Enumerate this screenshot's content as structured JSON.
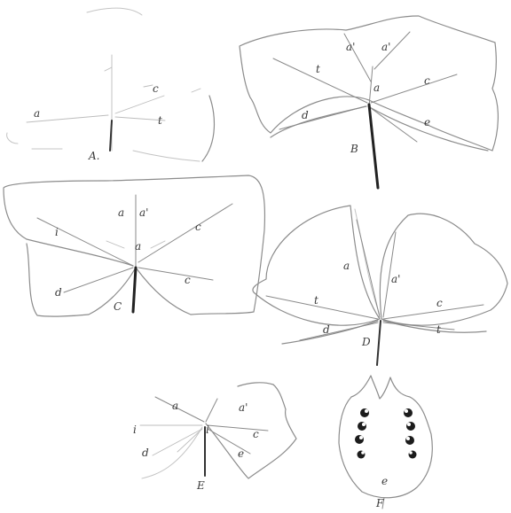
{
  "figures": [
    {
      "id": "A",
      "label": "A.",
      "vein_labels": {
        "a": "",
        "b": "",
        "c": "c",
        "d": "a",
        "e": "t"
      }
    },
    {
      "id": "B",
      "label": "B",
      "vein_labels": {
        "a": "a",
        "a2": "a'",
        "a3": "a'",
        "b": "t",
        "c": "c",
        "d": "d",
        "e": "e"
      }
    },
    {
      "id": "C",
      "label": "C",
      "vein_labels": {
        "a": "a",
        "a2": "a'",
        "b": "i",
        "c": "c",
        "d": "d",
        "e": "c",
        "f": "a"
      }
    },
    {
      "id": "D",
      "label": "D",
      "vein_labels": {
        "a": "a",
        "a2": "a'",
        "b": "t",
        "c": "c",
        "d": "d",
        "e": "t"
      }
    },
    {
      "id": "E",
      "label": "E",
      "vein_labels": {
        "a": "a",
        "a2": "a'",
        "b": "i",
        "c": "c",
        "d": "d",
        "e": "e",
        "f": "i"
      }
    },
    {
      "id": "F",
      "label": "F",
      "vein_labels": {
        "e": "e"
      }
    }
  ]
}
